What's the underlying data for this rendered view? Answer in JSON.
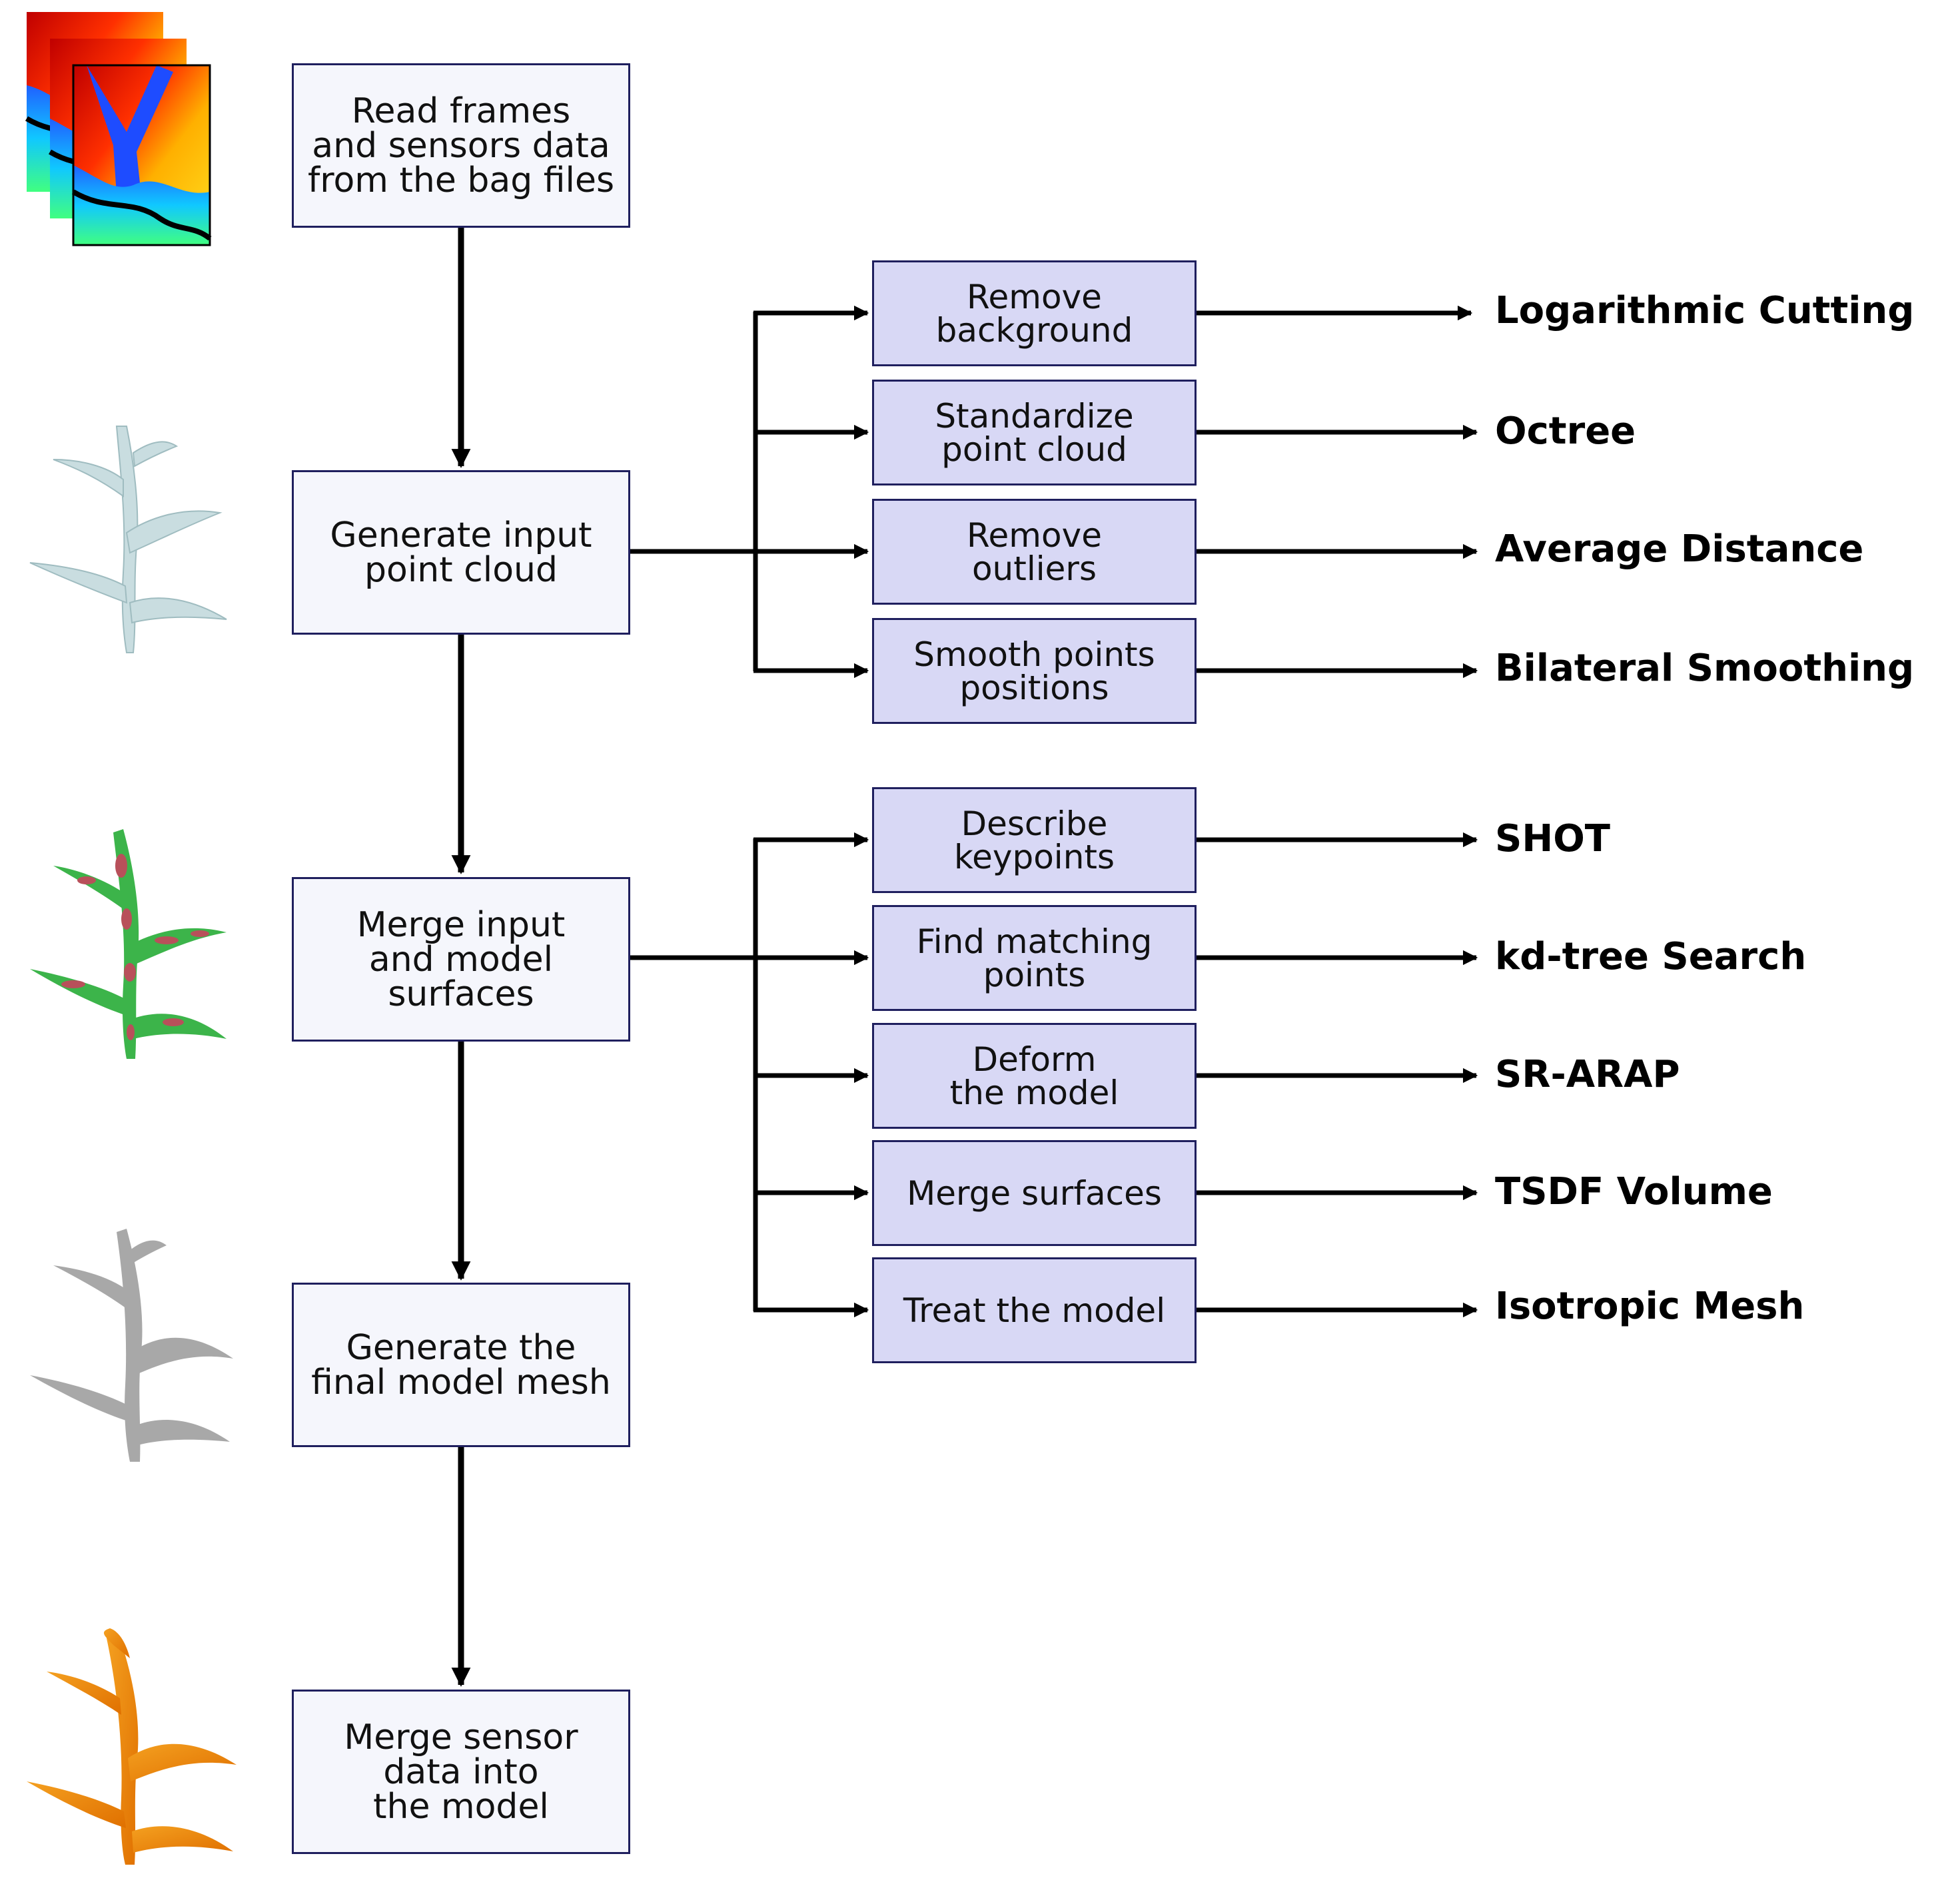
{
  "pipeline": [
    {
      "label": "Read frames\nand sensors data\nfrom the bag files"
    },
    {
      "label": "Generate input\npoint cloud"
    },
    {
      "label": "Merge input\nand model\nsurfaces"
    },
    {
      "label": "Generate the\nfinal model mesh"
    },
    {
      "label": "Merge sensor\ndata into\nthe model"
    }
  ],
  "preprocessing": [
    {
      "step": "Remove\nbackground",
      "method": "Logarithmic Cutting"
    },
    {
      "step": "Standardize\npoint cloud",
      "method": "Octree"
    },
    {
      "step": "Remove\noutliers",
      "method": "Average Distance"
    },
    {
      "step": "Smooth points\npositions",
      "method": "Bilateral Smoothing"
    }
  ],
  "registration": [
    {
      "step": "Describe\nkeypoints",
      "method": "SHOT"
    },
    {
      "step": "Find matching\npoints",
      "method": "kd-tree Search"
    },
    {
      "step": "Deform\nthe model",
      "method": "SR-ARAP"
    },
    {
      "step": "Merge surfaces",
      "method": "TSDF Volume"
    },
    {
      "step": "Treat the model",
      "method": "Isotropic Mesh"
    }
  ],
  "colors": {
    "main_box_fill": "#f5f6fc",
    "sub_box_fill": "#d8d8f5",
    "box_border": "#1f1f5e",
    "arrow": "#000000",
    "point_cloud_plant": "#c9dde0",
    "registered_plant_green": "#3cb44a",
    "registered_plant_red": "#b8505a",
    "mesh_plant": "#a8a8a8",
    "sensor_plant": "#f08c10"
  },
  "icons": [
    "depth-frames-stack-icon",
    "point-cloud-plant-icon",
    "registered-plant-icon",
    "mesh-plant-icon",
    "sensor-mapped-plant-icon"
  ]
}
